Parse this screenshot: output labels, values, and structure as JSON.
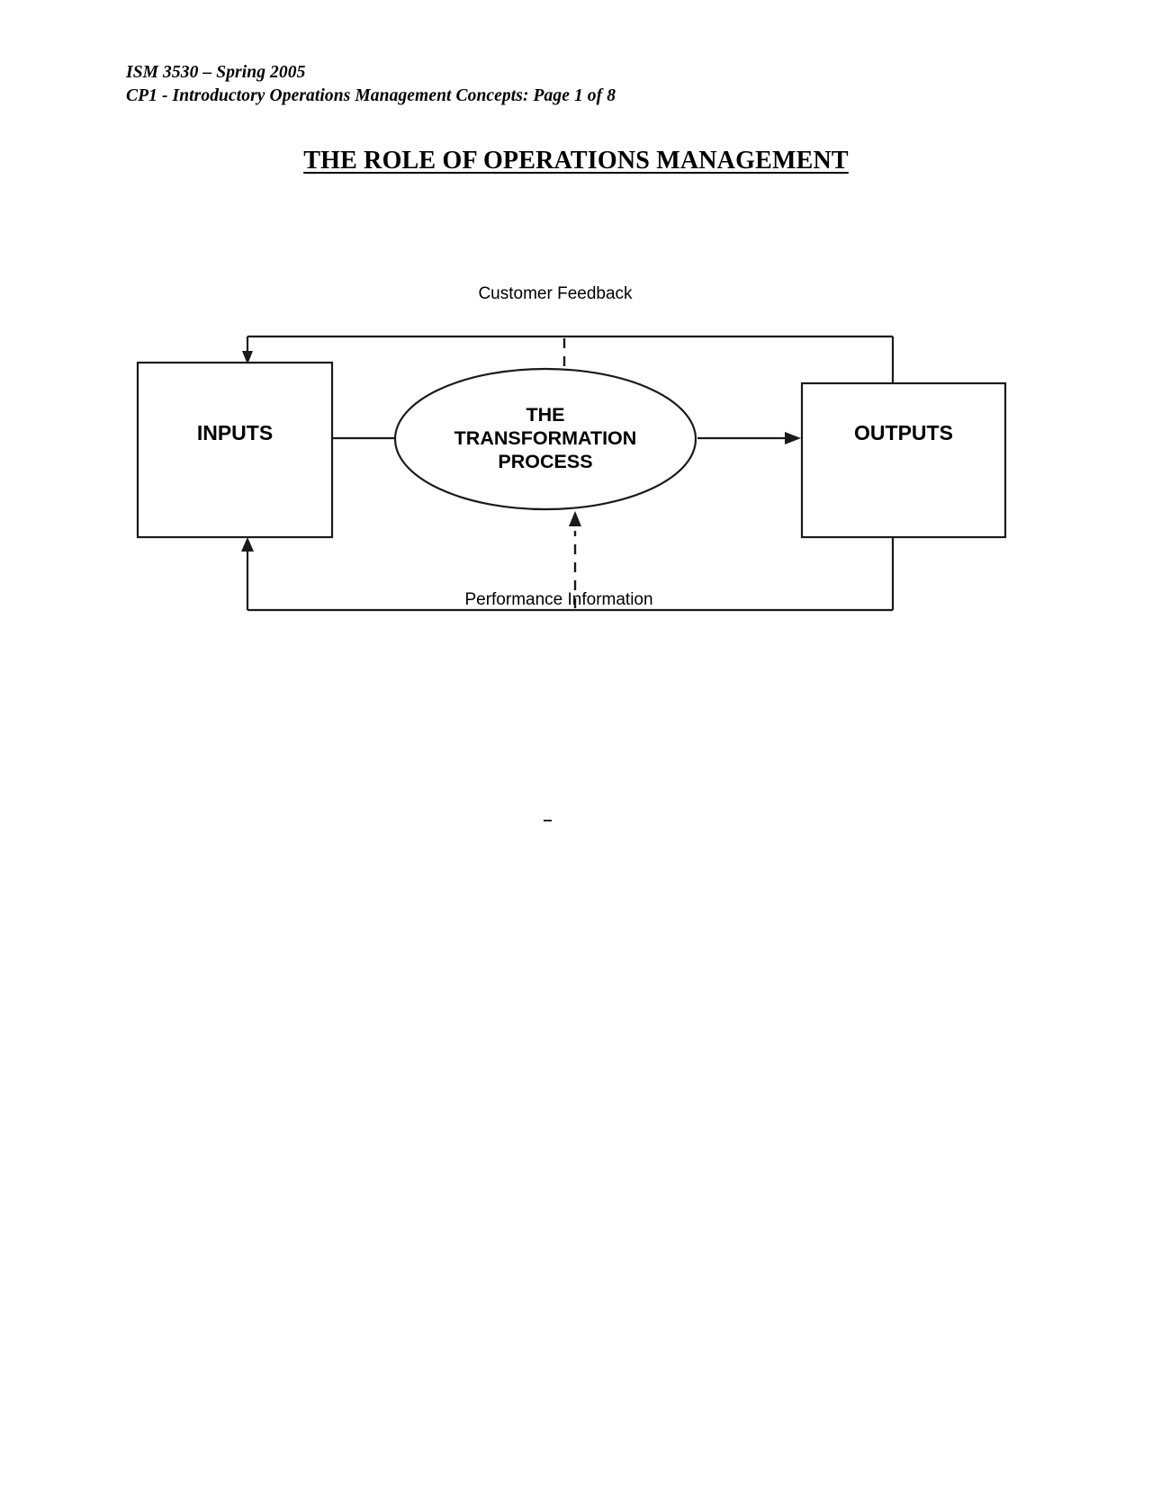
{
  "document": {
    "header": {
      "line1": "ISM 3530 – Spring 2005",
      "line2": "CP1 - Introductory Operations Management Concepts: Page 1 of 8"
    },
    "title": "THE ROLE OF OPERATIONS MANAGEMENT"
  },
  "diagram": {
    "name": "operations-management-transformation-model",
    "nodes": {
      "inputs": "INPUTS",
      "process_line1": "THE",
      "process_line2": "TRANSFORMATION",
      "process_line3": "PROCESS",
      "outputs": "OUTPUTS"
    },
    "flows": {
      "top_feedback": "Customer Feedback",
      "bottom_feedback": "Performance Information"
    },
    "colors": {
      "stroke": "#1a1a1a",
      "fill": "#ffffff",
      "text": "#000000"
    }
  },
  "artifacts": {
    "stray_dash": "-"
  }
}
